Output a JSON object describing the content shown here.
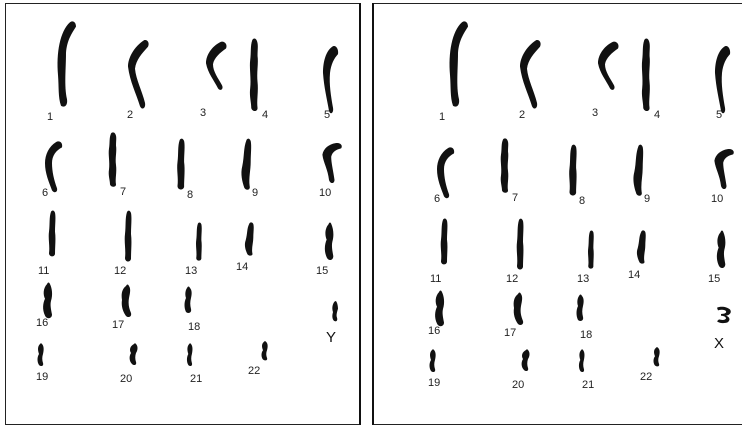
{
  "panels": [
    {
      "id": "left",
      "chromosomes": [
        {
          "label": "1"
        },
        {
          "label": "2"
        },
        {
          "label": "3"
        },
        {
          "label": "4"
        },
        {
          "label": "5"
        },
        {
          "label": "6"
        },
        {
          "label": "7"
        },
        {
          "label": "8"
        },
        {
          "label": "9"
        },
        {
          "label": "10"
        },
        {
          "label": "11"
        },
        {
          "label": "12"
        },
        {
          "label": "13"
        },
        {
          "label": "14"
        },
        {
          "label": "15"
        },
        {
          "label": "16"
        },
        {
          "label": "17"
        },
        {
          "label": "18"
        },
        {
          "label": "19"
        },
        {
          "label": "20"
        },
        {
          "label": "21"
        },
        {
          "label": "22"
        }
      ],
      "sex_chromosome_label": "Y"
    },
    {
      "id": "right",
      "chromosomes": [
        {
          "label": "1"
        },
        {
          "label": "2"
        },
        {
          "label": "3"
        },
        {
          "label": "4"
        },
        {
          "label": "5"
        },
        {
          "label": "6"
        },
        {
          "label": "7"
        },
        {
          "label": "8"
        },
        {
          "label": "9"
        },
        {
          "label": "10"
        },
        {
          "label": "11"
        },
        {
          "label": "12"
        },
        {
          "label": "13"
        },
        {
          "label": "14"
        },
        {
          "label": "15"
        },
        {
          "label": "16"
        },
        {
          "label": "17"
        },
        {
          "label": "18"
        },
        {
          "label": "19"
        },
        {
          "label": "20"
        },
        {
          "label": "21"
        },
        {
          "label": "22"
        }
      ],
      "sex_chromosome_label": "X"
    }
  ],
  "colors": {
    "chromosome": "#111111",
    "border": "#222222",
    "background": "#ffffff"
  }
}
